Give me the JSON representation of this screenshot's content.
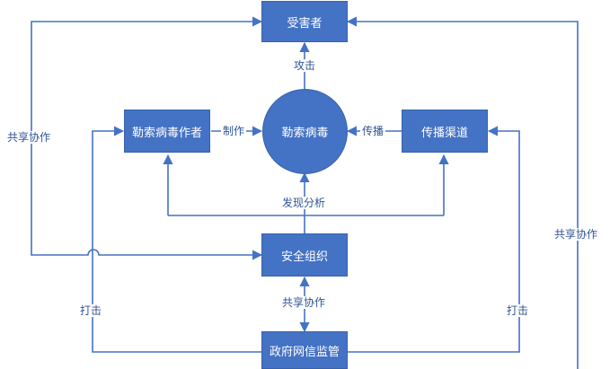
{
  "nodes": {
    "victim": "受害者",
    "ransomware": "勒索病毒",
    "author": "勒索病毒作者",
    "channel": "传播渠道",
    "security_org": "安全组织",
    "gov": "政府网信监管"
  },
  "edges": {
    "attack": "攻击",
    "make": "制作",
    "spread": "传播",
    "discover": "发现分析",
    "share_left": "共享协作",
    "share_right": "共享协作",
    "share_center": "共享协作",
    "strike_left": "打击",
    "strike_right": "打击"
  },
  "colors": {
    "node_fill": "#4472c4",
    "line": "#4472c4",
    "label": "#2f5597"
  }
}
